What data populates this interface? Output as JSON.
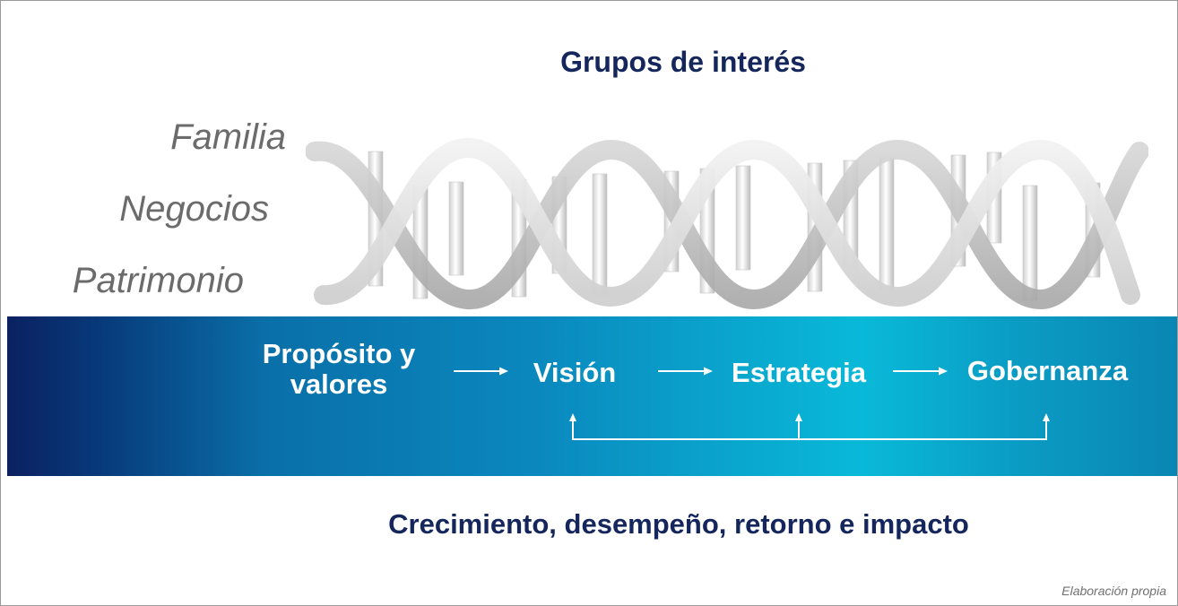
{
  "diagram": {
    "top_title": "Grupos de interés",
    "left_labels": [
      "Familia",
      "Negocios",
      "Patrimonio"
    ],
    "stages": [
      "Propósito y valores",
      "Visión",
      "Estrategia",
      "Gobernanza"
    ],
    "bottom_title": "Crecimiento, desempeño, retorno e  impacto",
    "source_note": "Elaboración propia"
  },
  "colors": {
    "title_navy": "#14265c",
    "label_gray": "#6b6b6b",
    "band_dark": "#0b2161",
    "band_mid": "#0a88be",
    "band_light": "#09b9d8",
    "helix_light": "#e6e6e6",
    "helix_dark": "#a9a9a9"
  },
  "icons": [
    "dna-helix-graphic",
    "arrow-right-icon",
    "arrow-up-icon"
  ]
}
